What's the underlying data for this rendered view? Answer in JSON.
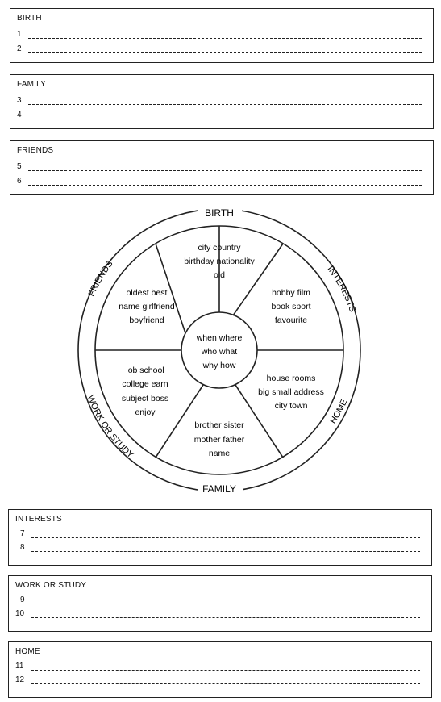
{
  "boxes_top": [
    {
      "title": "BIRTH",
      "lines": [
        "1",
        "2"
      ]
    },
    {
      "title": "FAMILY",
      "lines": [
        "3",
        "4"
      ]
    },
    {
      "title": "FRIENDS",
      "lines": [
        "5",
        "6"
      ]
    }
  ],
  "wheel": {
    "ring_labels": {
      "birth": "BIRTH",
      "interests": "INTERESTS",
      "home": "HOME",
      "family": "FAMILY",
      "work": "WORK OR STUDY",
      "friends": "FRIENDS"
    },
    "center": [
      "when  where",
      "who  what",
      "why  how"
    ],
    "segments": {
      "birth": [
        "city  country",
        "birthday  nationality",
        "old"
      ],
      "interests": [
        "hobby  film",
        "book  sport",
        "favourite"
      ],
      "home": [
        "house  rooms",
        "big  small  address",
        "city  town"
      ],
      "family": [
        "brother  sister",
        "mother  father",
        "name"
      ],
      "work": [
        "job  school",
        "college  earn",
        "subject  boss",
        "enjoy"
      ],
      "friends": [
        "oldest  best",
        "name  girlfriend",
        "boyfriend"
      ]
    }
  },
  "boxes_bottom": [
    {
      "title": "INTERESTS",
      "lines": [
        "7",
        "8"
      ]
    },
    {
      "title": "WORK OR STUDY",
      "lines": [
        "9",
        "10"
      ]
    },
    {
      "title": "HOME",
      "lines": [
        "11",
        "12"
      ]
    }
  ]
}
